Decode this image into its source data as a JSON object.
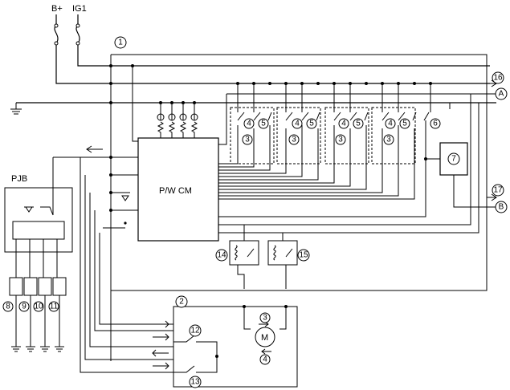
{
  "labels": {
    "b_plus": "B+",
    "ig1": "IG1",
    "pw_cm": "P/W CM",
    "pjb": "PJB",
    "motor": "M",
    "connector_a": "A",
    "connector_b": "B"
  },
  "callouts": {
    "n1": "1",
    "n2": "2",
    "n3": "3",
    "n4": "4",
    "n5": "5",
    "n6": "6",
    "n7": "7",
    "n8": "8",
    "n9": "9",
    "n10": "10",
    "n11": "11",
    "n12": "12",
    "n13": "13",
    "n14": "14",
    "n15": "15",
    "n16": "16",
    "n17": "17"
  },
  "colors": {
    "line": "#000000",
    "background": "#ffffff"
  }
}
